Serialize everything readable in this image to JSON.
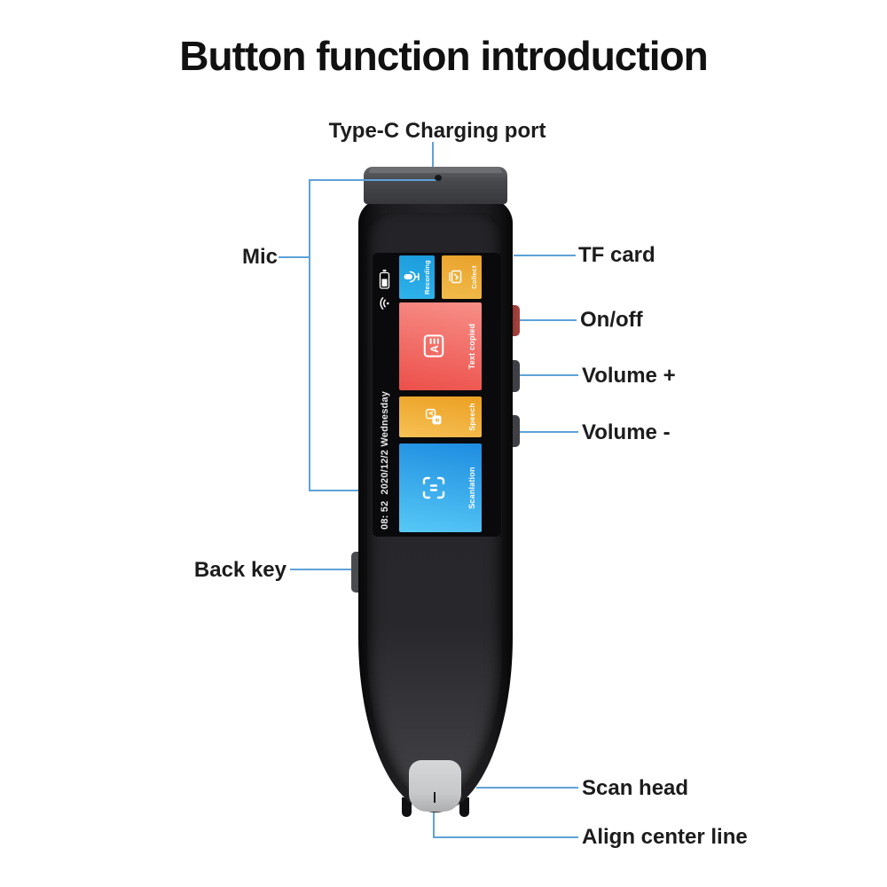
{
  "title": "Button function introduction",
  "callouts": {
    "type_c": "Type-C Charging port",
    "mic": "Mic",
    "tf_card": "TF card",
    "on_off": "On/off",
    "volume_up": "Volume +",
    "volume_down": "Volume -",
    "back_key": "Back key",
    "scan_head": "Scan head",
    "align_center": "Align center line"
  },
  "device": {
    "screen": {
      "status": {
        "time": "08: 52",
        "date": "2020/12/2 Wednesday",
        "icons": [
          "wifi-icon",
          "battery-icon"
        ]
      },
      "tiles": [
        {
          "id": "recording",
          "label": "Recording",
          "icon": "microphone-icon",
          "color": "#23a9e4"
        },
        {
          "id": "collect",
          "label": "Collect",
          "icon": "collect-check-icon",
          "color": "#edae3a"
        },
        {
          "id": "text_copied",
          "label": "Text copied",
          "icon": "text-document-icon",
          "color": "#f06a64"
        },
        {
          "id": "speech",
          "label": "Speech",
          "icon": "translate-icon",
          "color": "#f1b03c"
        },
        {
          "id": "scanlation",
          "label": "Scanlation",
          "icon": "scan-frame-icon",
          "color": "#35aeeb"
        }
      ]
    },
    "colors": {
      "power_button": "#a84440",
      "side_button": "#3f4045",
      "scan_head": "#c9cacc",
      "callout_line": "#5fa2d8",
      "body": "#1c1c1f"
    }
  }
}
